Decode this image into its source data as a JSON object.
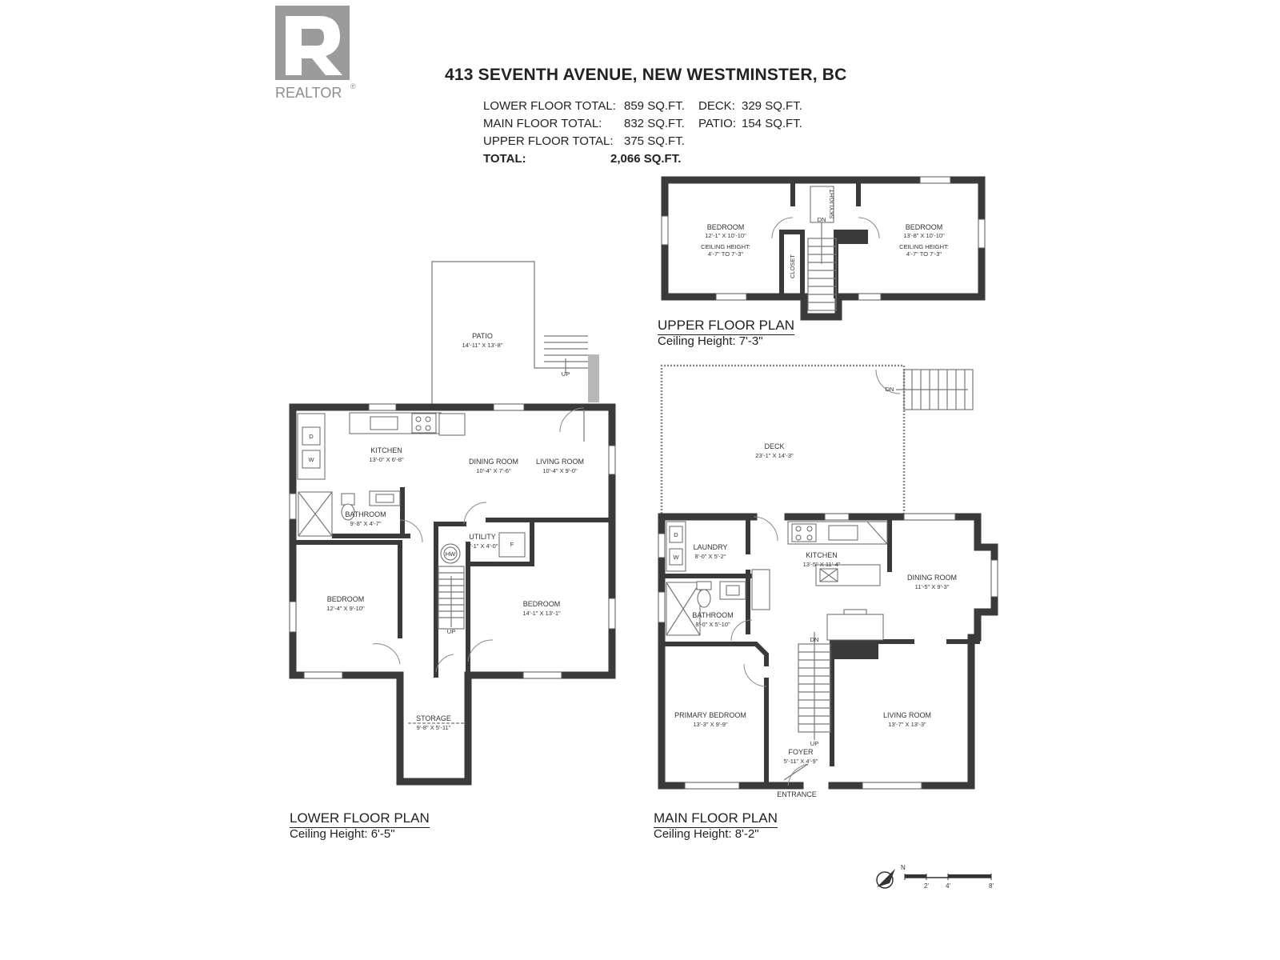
{
  "logo": {
    "wordmark": "REALTOR",
    "registered": "®",
    "icon": "realtor-r-icon"
  },
  "header": {
    "address": "413 SEVENTH AVENUE, NEW WESTMINSTER, BC",
    "totals": [
      {
        "label": "LOWER FLOOR TOTAL:",
        "value": "859 SQ.FT."
      },
      {
        "label": "MAIN FLOOR TOTAL:",
        "value": "832 SQ.FT."
      },
      {
        "label": "UPPER FLOOR TOTAL:",
        "value": "375 SQ.FT."
      },
      {
        "label": "TOTAL:",
        "value": "2,066 SQ.FT."
      }
    ],
    "extras": [
      {
        "label": "DECK:",
        "value": "329 SQ.FT."
      },
      {
        "label": "PATIO:",
        "value": "154 SQ.FT."
      }
    ]
  },
  "upper": {
    "title": "UPPER FLOOR PLAN",
    "ceiling": "Ceiling Height: 7'-3\"",
    "rooms": [
      {
        "name": "BEDROOM",
        "dims": "12'-1\" X 10'-10\"",
        "note1": "CEILING HEIGHT:",
        "note2": "4'-7\" TO 7'-3\""
      },
      {
        "name": "BEDROOM",
        "dims": "13'-8\" X 10'-10\"",
        "note1": "CEILING HEIGHT:",
        "note2": "4'-7\" TO 7'-3\""
      }
    ],
    "labels": {
      "skylight": "SKYLIGHT",
      "closet": "CLOSET",
      "dn": "DN"
    }
  },
  "lower": {
    "title": "LOWER FLOOR PLAN",
    "ceiling": "Ceiling Height: 6'-5\"",
    "rooms": [
      {
        "name": "PATIO",
        "dims": "14'-11\" X 13'-8\""
      },
      {
        "name": "KITCHEN",
        "dims": "13'-0\" X 6'-8\""
      },
      {
        "name": "DINING ROOM",
        "dims": "10'-4\" X 7'-6\""
      },
      {
        "name": "LIVING ROOM",
        "dims": "10'-4\" X 9'-0\""
      },
      {
        "name": "BATHROOM",
        "dims": "9'-8\" X 4'-7\""
      },
      {
        "name": "UTILITY",
        "dims": "9'-1\" X 4'-0\""
      },
      {
        "name": "BEDROOM",
        "dims": "12'-4\" X 9'-10\""
      },
      {
        "name": "BEDROOM",
        "dims": "14'-1\" X 13'-1\""
      },
      {
        "name": "STORAGE",
        "dims": "9'-8\" X 5'-11\""
      }
    ],
    "labels": {
      "up": "UP",
      "up2": "UP",
      "hw": "HW",
      "f": "F",
      "w": "W",
      "d": "D"
    }
  },
  "main": {
    "title": "MAIN FLOOR PLAN",
    "ceiling": "Ceiling Height: 8'-2\"",
    "rooms": [
      {
        "name": "DECK",
        "dims": "23'-1\" X 14'-3\""
      },
      {
        "name": "LAUNDRY",
        "dims": "8'-0\" X 5'-2\""
      },
      {
        "name": "KITCHEN",
        "dims": "13'-5\" X 11'-4\""
      },
      {
        "name": "DINING ROOM",
        "dims": "11'-5\" X 9'-3\""
      },
      {
        "name": "BATHROOM",
        "dims": "8'-0\" X 5'-10\""
      },
      {
        "name": "PRIMARY BEDROOM",
        "dims": "13'-3\" X 9'-9\""
      },
      {
        "name": "LIVING ROOM",
        "dims": "13'-7\" X 13'-3\""
      },
      {
        "name": "FOYER",
        "dims": "5'-11\" X 4'-9\""
      }
    ],
    "labels": {
      "entrance": "ENTRANCE",
      "dn": "DN",
      "dn2": "DN",
      "up": "UP",
      "w": "W",
      "d": "D"
    }
  },
  "scale": {
    "north": "N",
    "ticks": [
      "2'",
      "4'",
      "8'"
    ],
    "icon": "north-arrow-icon"
  }
}
